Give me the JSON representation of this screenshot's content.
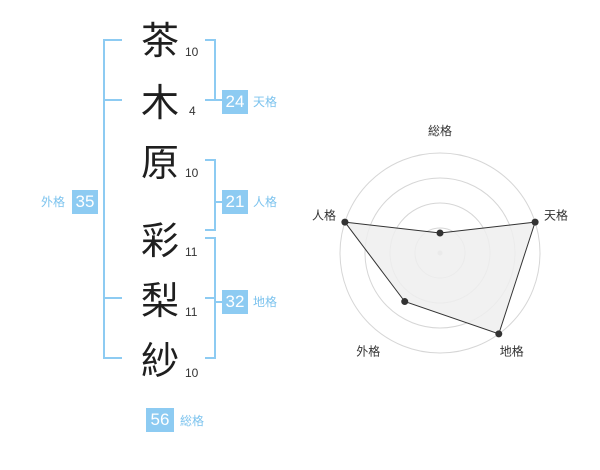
{
  "name": {
    "characters": [
      {
        "char": "茶",
        "strokes": "10"
      },
      {
        "char": "木",
        "strokes": "4"
      },
      {
        "char": "原",
        "strokes": "10"
      },
      {
        "char": "彩",
        "strokes": "11"
      },
      {
        "char": "梨",
        "strokes": "11"
      },
      {
        "char": "紗",
        "strokes": "10"
      }
    ]
  },
  "kaku": {
    "tenkaku": {
      "value": "24",
      "label": "天格"
    },
    "jinkaku": {
      "value": "21",
      "label": "人格"
    },
    "chikaku": {
      "value": "32",
      "label": "地格"
    },
    "gaikaku": {
      "value": "35",
      "label": "外格"
    },
    "soukaku": {
      "value": "56",
      "label": "総格"
    }
  },
  "colors": {
    "bracket": "#8dcbf2",
    "badge": "#8dcbf2",
    "label": "#7cc3ee",
    "grid": "#d6d6d6",
    "fill": "#eeeeee",
    "line": "#333333"
  },
  "chart_data": {
    "type": "radar",
    "axes": [
      "総格",
      "天格",
      "地格",
      "外格",
      "人格"
    ],
    "values": [
      1,
      5,
      5,
      3,
      5
    ],
    "range": [
      0,
      5
    ],
    "rings": 4
  }
}
